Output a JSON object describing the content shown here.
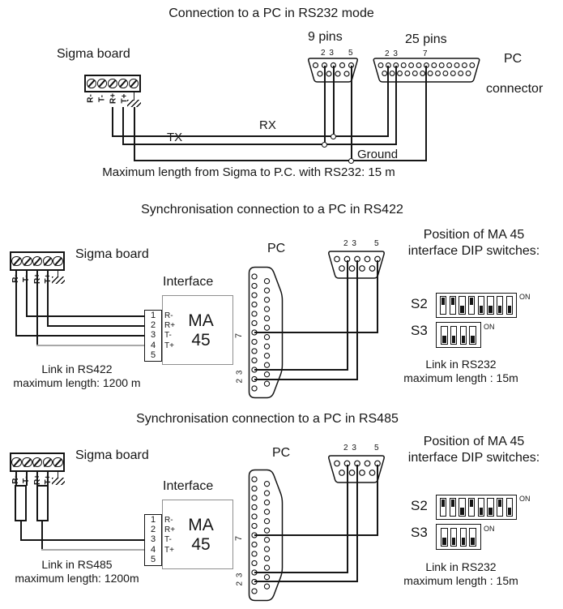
{
  "colors": {
    "line": "#161616",
    "grey_wire": "#a8a8a8",
    "dip_fill": "#141414"
  },
  "rs232": {
    "title": "Connection to a PC in RS232 mode",
    "sigma_label": "Sigma board",
    "terminal_labels": [
      "R-",
      "T-",
      "R+",
      "T+"
    ],
    "label_9pins": "9 pins",
    "label_25pins": "25 pins",
    "db9_pins_23": "2 3",
    "db9_pin_5": "5",
    "db25_pins_23": "2 3",
    "db25_pin_7": "7",
    "tx": "TX",
    "rx": "RX",
    "ground": "Ground",
    "pc_label_line1": "PC",
    "pc_label_line2": "connector",
    "footer": "Maximum length from Sigma to P.C. with RS232: 15 m"
  },
  "rs422": {
    "title": "Synchronisation connection to a PC in RS422",
    "sigma_label": "Sigma board",
    "terminal_labels": [
      "R-",
      "T-",
      "R+",
      "T+"
    ],
    "interface_title": "Interface",
    "module_line1": "MA",
    "module_line2": "45",
    "strip_numbers": [
      "1",
      "2",
      "3",
      "4",
      "5"
    ],
    "module_pins": [
      "R-",
      "R+",
      "T-",
      "T+"
    ],
    "pc_label": "PC",
    "db9_pins_23": "2 3",
    "db9_pin_5": "5",
    "db25_pin_7": "7",
    "db25_pins_23": "2 3",
    "link_line1": "Link in RS422",
    "link_line2": "maximum length: 1200 m",
    "dip_title_line1": "Position of MA 45",
    "dip_title_line2": "interface DIP switches:",
    "s2_label": "S2",
    "s3_label": "S3",
    "on_label": "ON",
    "s2": [
      "on",
      "on",
      "off",
      "on",
      "off",
      "off",
      "off",
      "off"
    ],
    "s3": [
      "off",
      "off",
      "off",
      "off"
    ],
    "dip_link_line1": "Link in RS232",
    "dip_link_line2": "maximum length : 15m"
  },
  "rs485": {
    "title": "Synchronisation connection to a PC in RS485",
    "sigma_label": "Sigma board",
    "terminal_labels": [
      "R-",
      "T-",
      "R+",
      "T+"
    ],
    "interface_title": "Interface",
    "module_line1": "MA",
    "module_line2": "45",
    "strip_numbers": [
      "1",
      "2",
      "3",
      "4",
      "5"
    ],
    "module_pins": [
      "R-",
      "R+",
      "T-",
      "T+"
    ],
    "pc_label": "PC",
    "db9_pins_23": "2 3",
    "db9_pin_5": "5",
    "db25_pin_7": "7",
    "db25_pins_23": "2 3",
    "link_line1": "Link in RS485",
    "link_line2": "maximum length: 1200m",
    "dip_title_line1": "Position of MA 45",
    "dip_title_line2": "interface DIP switches:",
    "s2_label": "S2",
    "s3_label": "S3",
    "on_label": "ON",
    "s2": [
      "on",
      "on",
      "off",
      "on",
      "off",
      "off",
      "on",
      "off"
    ],
    "s3": [
      "off",
      "off",
      "off",
      "off"
    ],
    "dip_link_line1": "Link in RS232",
    "dip_link_line2": "maximum length : 15m"
  }
}
